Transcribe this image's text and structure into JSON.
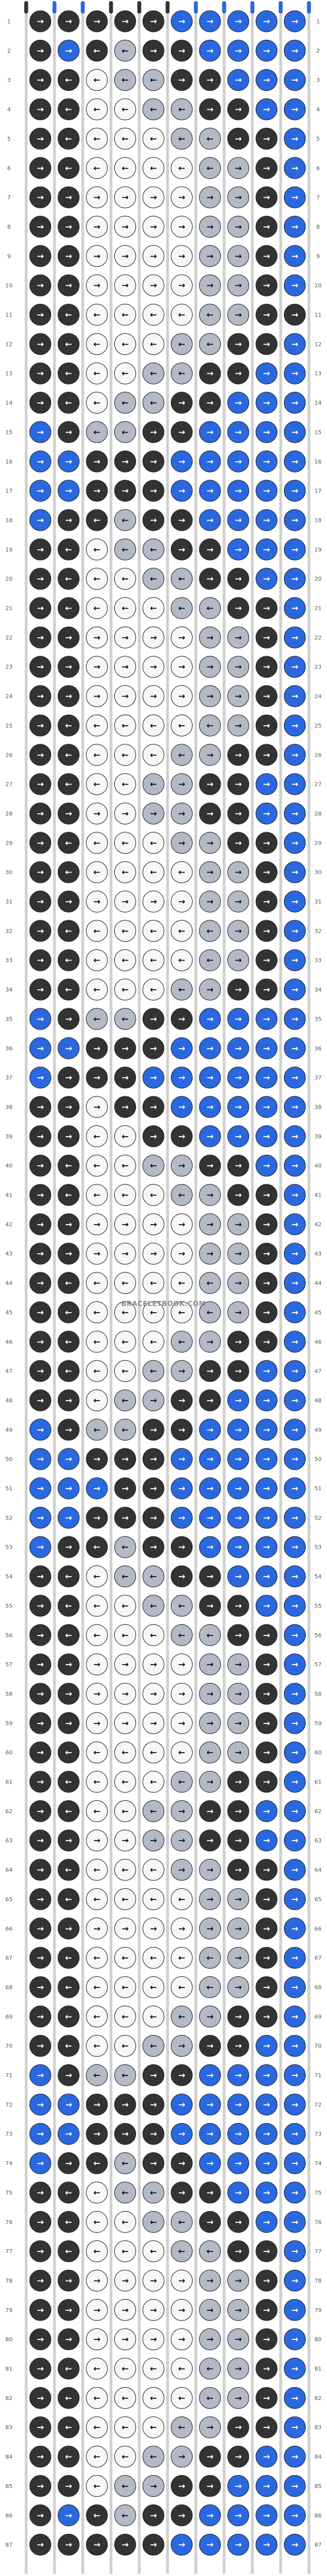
{
  "site_watermark": "BRACELETBOOK.COM",
  "colors": {
    "A": "#2a68e0",
    "B": "#f7f7f7",
    "C": "#333333",
    "D": "#b4b9c6"
  },
  "arrow_glyphs": {
    "R": "→",
    "L": "←"
  },
  "pattern": {
    "type": "alpha-pattern",
    "row_count": 87,
    "row_numbers_left": "1-87",
    "row_numbers_right": "1-87",
    "columns": 10,
    "strings_top": [
      "C",
      "A",
      "A",
      "C",
      "C",
      "C",
      "A",
      "A",
      "A",
      "A",
      "A"
    ],
    "rows": [
      "CCCCCAAAAA",
      "CACDCCAAAA",
      "CCBDDCCAAA",
      "CCBBDDCCAA",
      "CCBBBDDCCA",
      "CCBBBBDDCA",
      "CCBBBBDDCA",
      "CCBBBBDDCA",
      "CCBBBBDDCA",
      "CCBBBBDDCA",
      "CCBBBBDDCC",
      "CCBBBDDCCA",
      "CCBBDDCCAA",
      "CCBDDCCAAA",
      "ACDDCCAAAA",
      "AACCCAAAAA",
      "AACCCAAAAA",
      "ACCDCCAAAA",
      "CCBDDCCAAA",
      "CCBBDDCCAA",
      "CCBBBDDCCA",
      "CCBBBBDDCA",
      "CCBBBBDDCA",
      "CCBBBBDDCA",
      "CCBBBBDDCA",
      "CCBBBDDCCA",
      "CCBBDDCCAA",
      "CCBBDDCCAA",
      "CCBBBDDCCA",
      "CCBBBBDDCA",
      "CCBBBBDDCA",
      "CCBBBBDDCA",
      "CCBBBBDDCA",
      "CCBBBDDCCA",
      "ACDDCCAAAA",
      "AACCCAAAAA",
      "ACCCAAAAAA",
      "CCBCCAAAAA",
      "CCBBCCAAAA",
      "CCBBDDCCAA",
      "CCBBBDDCCA",
      "CCBBBBDDCA",
      "CCBBBBDDCA",
      "CCBBBBDDCA",
      "CCBBBBDDCA",
      "CCBBBDDCCA",
      "CCBBDDCCAA",
      "CCBDDCCAAA",
      "ACDDCCAAAA",
      "AACCCAAAAA",
      "AAACCAAAAA",
      "AACCCAAAAA",
      "ACCDCCAAAA",
      "CCBDDCCAAA",
      "CCBBDDCCAA",
      "CCBBBDDCCA",
      "CCBBBBDDCA",
      "CCBBBBDDCA",
      "CCBBBBDDCA",
      "CCBBBBDDCA",
      "CCBBBDDCCA",
      "CCBBDDCCAA",
      "CCBBDDCCAA",
      "CCBBBDDCCA",
      "CCBBBBDDCA",
      "CCBBBBDDCA",
      "CCBBBBDDCA",
      "CCBBBBDDCA",
      "CCBBBDDCCA",
      "CCBBDDCCAA",
      "ACDDCCAAAA",
      "AACCCAAAAA",
      "AACCCAAAAA",
      "ACCDCCAAAA",
      "CCBDDCCAAA",
      "CCBBDDCCAA",
      "CCBBBDDCCA",
      "CCBBBBDDCA",
      "CCBBBBDDCA",
      "CCBBBBDDCA",
      "CCBBBBDDCA",
      "CCBBBBDDCA",
      "CCBBBDDCCA",
      "CCBBDDCCAA",
      "CCBDDCCAAA",
      "CACDCCAAAA",
      "CCCCCAAAAA"
    ],
    "arrows": [
      "RRRRRRRRRR",
      "RRLLRRRRRR",
      "RLLLLRRRRR",
      "RLLLLLRRRR",
      "RLLLLLLRRR",
      "RLLLLLLRRR",
      "RRRRRRRRRR",
      "RRRRRRRRRR",
      "RRRRRRRRRR",
      "RRRRRRRRRR",
      "RLLLLLLRRR",
      "RLLLLLLRRR",
      "RLLLLLRRRR",
      "RLLLLRRRRR",
      "RRLLRRRRRR",
      "RRRRRRRRRR",
      "RRRRRRRRRR",
      "RRLLRRRRRR",
      "RLLLLRRRRR",
      "RLLLLLRRRR",
      "RLLLLLLRRR",
      "RRRRRRRRRR",
      "RRRRRRRRRR",
      "RRRRRRRRRR",
      "RLLLLLLRRR",
      "RLLLLLRRRR",
      "RLLLLRRRRR",
      "RRRRRRRRRR",
      "RLLLLRRRRR",
      "RLLLLLRRRR",
      "RRRRRRRRRR",
      "RLLLLLLRRR",
      "RLLLLLLRRR",
      "RLLLLLRRRR",
      "RRLLRRRRRR",
      "RRRRRRRRRR",
      "RRRRRRRRRR",
      "RRRRRRRRRR",
      "RRLLRRRRRR",
      "RLLLLRRRRR",
      "RLLLLLRRRR",
      "RRRRRRRRRR",
      "RRRRRRRRRR",
      "RLLLLLLRRR",
      "RLLLLLLRRR",
      "RLLLLLRRRR",
      "RLLLLRRRRR",
      "RRLLRRRRRR",
      "RRLLRRRRRR",
      "RRRRRRRRRR",
      "RRRRRRRRRR",
      "RRRRRRRRRR",
      "RRLLRRRRRR",
      "RLLLLRRRRR",
      "RLLLLLRRRR",
      "RLLLLLLRRR",
      "RRRRRRRRRR",
      "RRRRRRRRRR",
      "RRRRRRRRRR",
      "RLLLLLLRRR",
      "RLLLLLRRRR",
      "RLLLLRRRRR",
      "RRRRRRRRRR",
      "RLLLLRRRRR",
      "RLLLLLRRRR",
      "RRRRRRRRRR",
      "RLLLLLLRRR",
      "RLLLLLLRRR",
      "RLLLLLRRRR",
      "RLLLLRRRRR",
      "RRLLRRRRRR",
      "RRRRRRRRRR",
      "RRRRRRRRRR",
      "RRLLRRRRRR",
      "RLLLLRRRRR",
      "RLLLLLRRRR",
      "RLLLLLLRRR",
      "RRRRRRRRRR",
      "RRRRRRRRRR",
      "RRRRRRRRRR",
      "RLLLLLLRRR",
      "RLLLLLLRRR",
      "RLLLLLRRRR",
      "RLLLLRRRRR",
      "RRLLRRRRRR",
      "RRLLRRRRRR",
      "RRRRRRRRRR"
    ]
  }
}
